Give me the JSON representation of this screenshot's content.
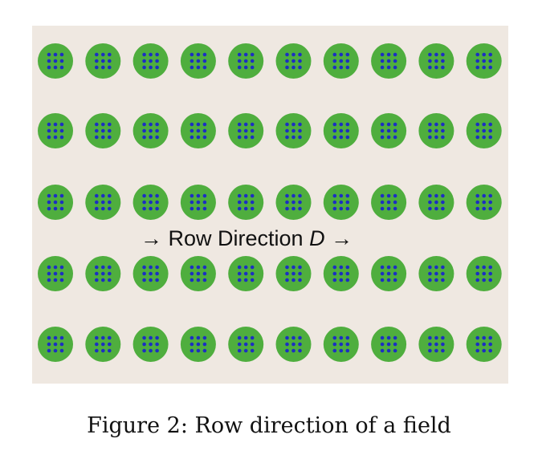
{
  "field": {
    "rows": 5,
    "columns": 10,
    "dots_per_plant": 9,
    "colors": {
      "background": "#efe8e1",
      "plant": "#4fae3e",
      "dot": "#1c2fc2"
    },
    "label": {
      "arrow_left": "→",
      "text": "Row Direction ",
      "variable": "D",
      "arrow_right": "→"
    }
  },
  "caption": "Figure 2: Row direction of a field"
}
